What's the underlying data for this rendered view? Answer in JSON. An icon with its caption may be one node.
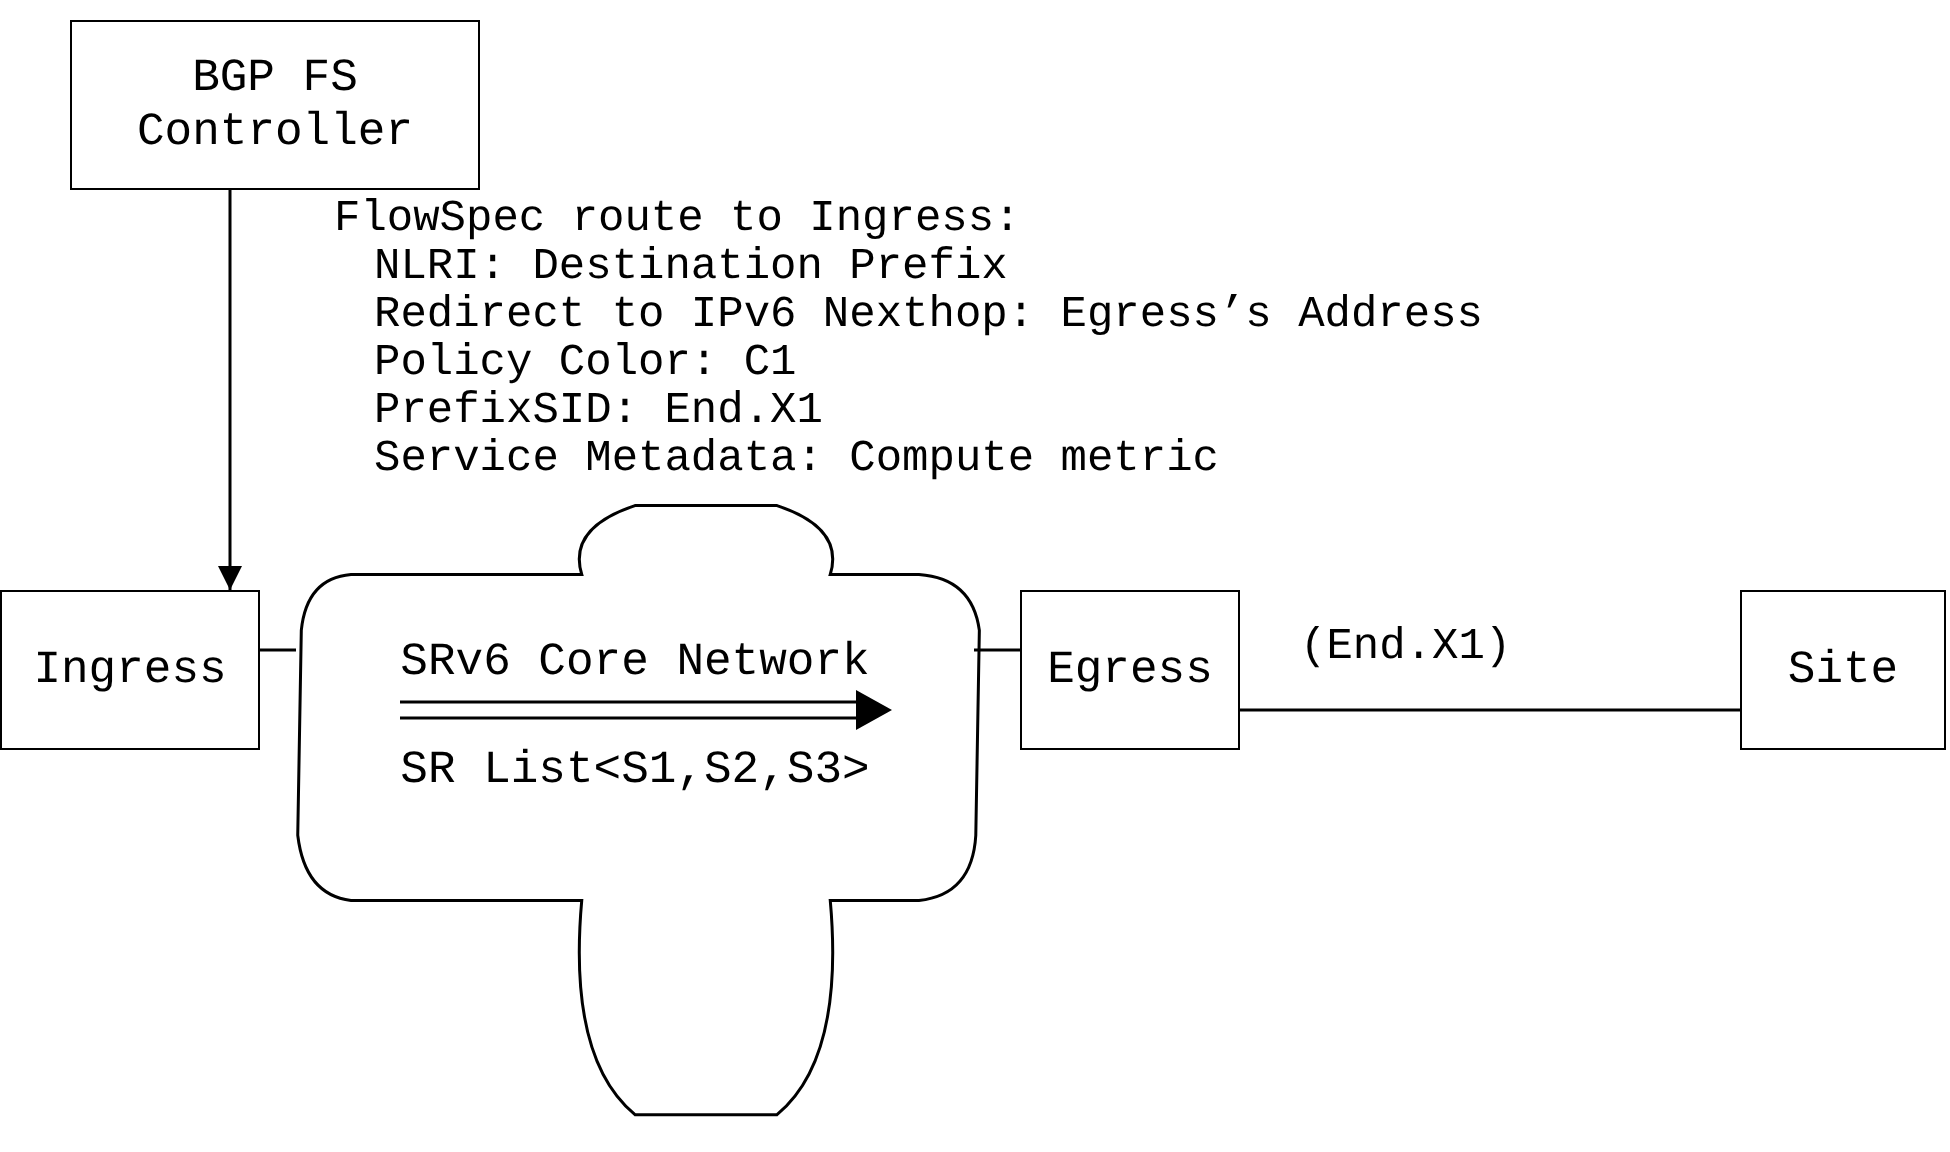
{
  "diagram": {
    "nodes": [
      {
        "text": [
          "BGP FS Controller"
        ]
      },
      {
        "text": [
          "Ingress"
        ]
      },
      {
        "text": [
          "SRv6 Core Network",
          "SR List<S1,S2,S3>"
        ]
      },
      {
        "text": [
          "Egress"
        ]
      },
      {
        "text": [
          "Site"
        ]
      }
    ],
    "edges": [
      {
        "from": 0,
        "to": 1,
        "arrow": "to",
        "label": "FlowSpec route to Ingress:"
      },
      {
        "from": 1,
        "to": 2,
        "arrow": "none"
      },
      {
        "from": 2,
        "to": 3,
        "arrow": "none"
      },
      {
        "from": 3,
        "to": 4,
        "arrow": "none",
        "label": "(End.X1)"
      }
    ],
    "labels": [
      "NLRI: Destination Prefix",
      "Redirect to IPv6 Nexthop: Egress’s Address",
      "Policy Color: C1",
      "PrefixSID: End.X1",
      "Service Metadata: Compute metric"
    ]
  }
}
